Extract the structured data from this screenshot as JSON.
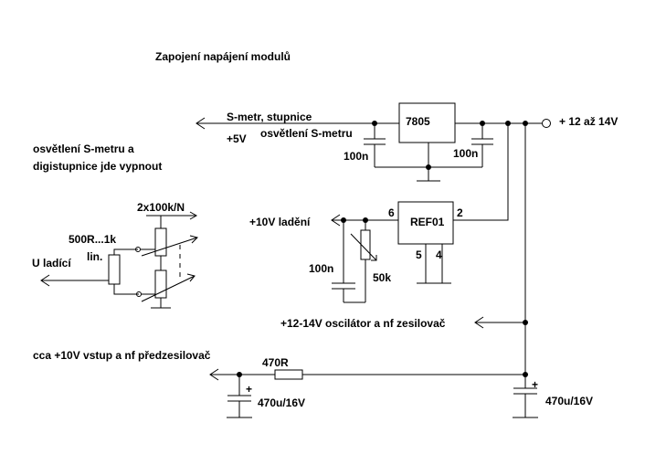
{
  "title": "Zapojení napájení modulů",
  "notes": {
    "line1": "osvětlení S-metru a",
    "line2": "digistupnice jde vypnout"
  },
  "labels": {
    "smetr_stupnice": "S-metr, stupnice",
    "osvetleni_smetru": "osvětlení S-metru",
    "plus5v": "+5V",
    "plus12": "+ 12 až 14V",
    "cap_100n_a": "100n",
    "cap_100n_b": "100n",
    "cap_100n_c": "100n",
    "reg_7805": "7805",
    "ref01": "REF01",
    "pin6": "6",
    "pin2": "2",
    "pin5": "5",
    "pin4": "4",
    "plus10_ladeni": "+10V ladění",
    "pot_50k": "50k",
    "pot_2x100k": "2x100k/N",
    "r_500r": "500R...1k",
    "lin": "lin.",
    "u_ladici": "U ladící",
    "osc_nf": "+12-14V oscilátor a nf zesilovač",
    "vstup_nf": "cca +10V vstup a nf předzesilovač",
    "r_470": "470R",
    "cap_470_left": "470u/16V",
    "cap_470_right": "470u/16V",
    "plus_left": "+",
    "plus_right": "+"
  }
}
